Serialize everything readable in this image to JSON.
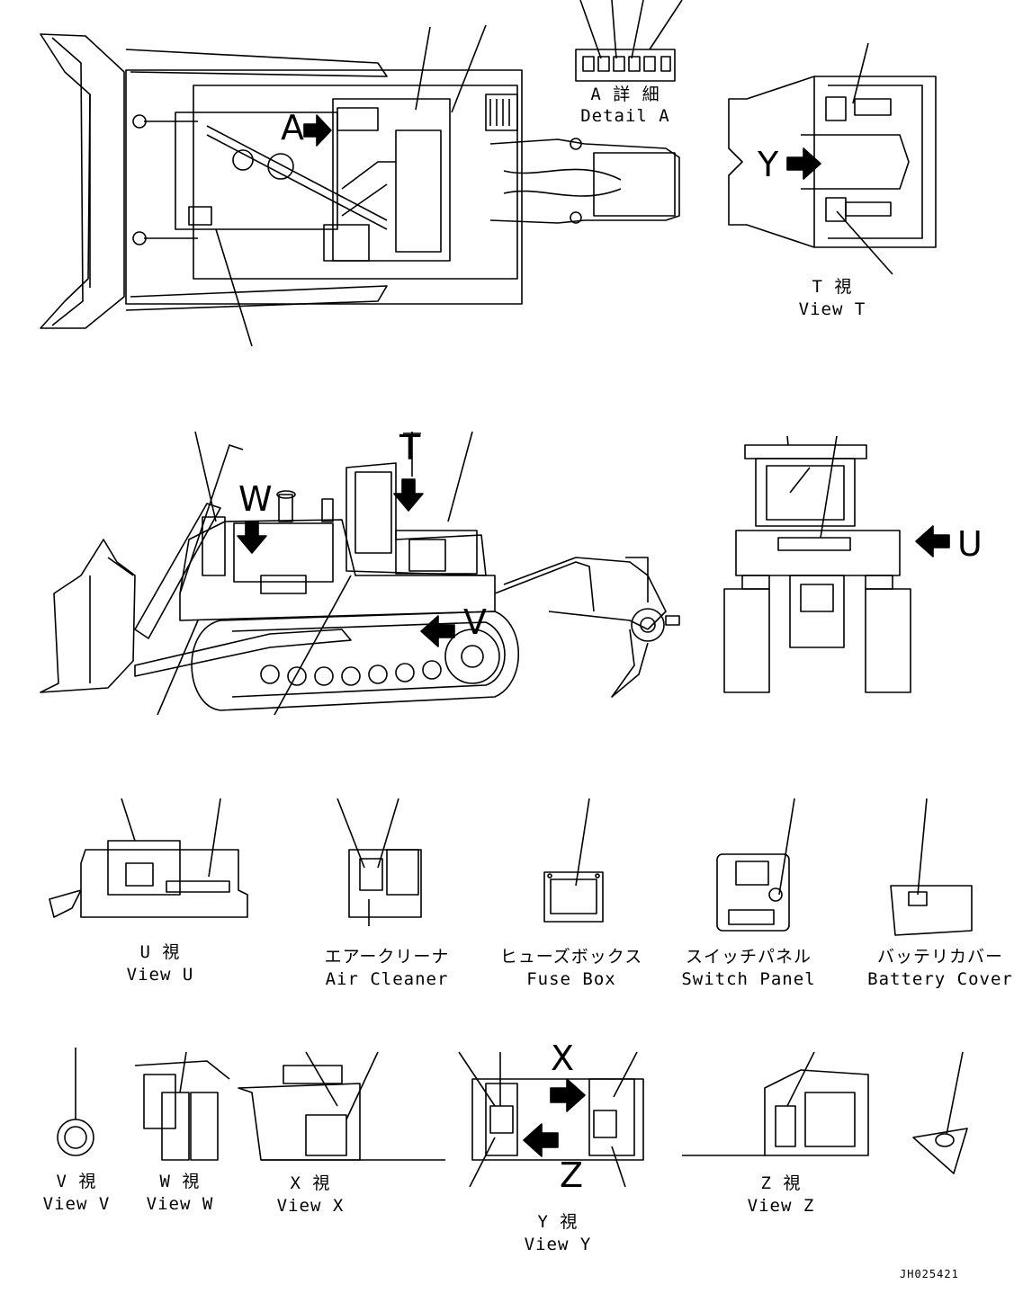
{
  "views": {
    "detail_a": {
      "jp": "A 詳 細",
      "en": "Detail A"
    },
    "view_t": {
      "jp": "T 視",
      "en": "View T"
    },
    "view_u": {
      "jp": "U 視",
      "en": "View U"
    },
    "air_cleaner": {
      "jp": "エアークリーナ",
      "en": "Air Cleaner"
    },
    "fuse_box": {
      "jp": "ヒューズボックス",
      "en": "Fuse Box"
    },
    "switch_panel": {
      "jp": "スイッチパネル",
      "en": "Switch Panel"
    },
    "battery_cover": {
      "jp": "バッテリカバー",
      "en": "Battery Cover"
    },
    "view_v": {
      "jp": "V 視",
      "en": "View V"
    },
    "view_w": {
      "jp": "W 視",
      "en": "View W"
    },
    "view_x": {
      "jp": "X 視",
      "en": "View X"
    },
    "view_y": {
      "jp": "Y 視",
      "en": "View Y"
    },
    "view_z": {
      "jp": "Z 視",
      "en": "View Z"
    }
  },
  "markers": {
    "a": "A",
    "y": "Y",
    "t": "T",
    "w": "W",
    "v": "V",
    "u": "U",
    "x": "X",
    "z": "Z"
  },
  "drawing_code": "JH025421",
  "colors": {
    "line": "#000000",
    "arrow": "#000000",
    "background": "#ffffff"
  }
}
